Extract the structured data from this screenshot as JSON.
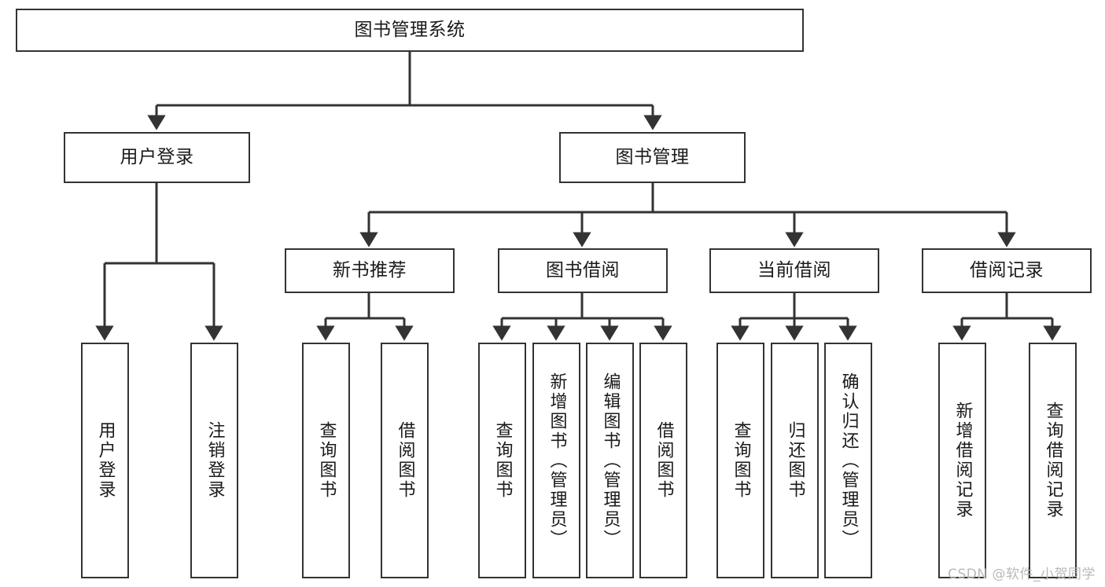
{
  "diagram": {
    "title": "图书管理系统",
    "watermark": "CSDN @软件_小贺同学",
    "line_color": "#333333",
    "box_fill": "#ffffff",
    "box_border": "#333333",
    "text_color": "#1a1a1a",
    "levels": {
      "level1": [
        "图书管理系统"
      ],
      "level2": [
        "用户登录",
        "图书管理"
      ],
      "level3": [
        "新书推荐",
        "图书借阅",
        "当前借阅",
        "借阅记录"
      ],
      "level4": [
        "用户登录",
        "注销登录",
        "查询图书",
        "借阅图书",
        "查询图书",
        "新增图书（管理员）",
        "编辑图书（管理员）",
        "借阅图书",
        "查询图书",
        "归还图书",
        "确认归还（管理员）",
        "新增借阅记录",
        "查询借阅记录"
      ]
    },
    "nodes": {
      "root": {
        "label": "图书管理系统"
      },
      "user_login": {
        "label": "用户登录"
      },
      "book_manage": {
        "label": "图书管理"
      },
      "new_book_rec": {
        "label": "新书推荐"
      },
      "book_borrow": {
        "label": "图书借阅"
      },
      "current_borrow": {
        "label": "当前借阅"
      },
      "borrow_record": {
        "label": "借阅记录"
      },
      "leaf_user_login": {
        "label": "用户登录"
      },
      "leaf_logout": {
        "label": "注销登录"
      },
      "leaf_query_book_1": {
        "label": "查询图书"
      },
      "leaf_borrow_book_1": {
        "label": "借阅图书"
      },
      "leaf_query_book_2": {
        "label": "查询图书"
      },
      "leaf_add_book": {
        "label": "新增图书（管理员）"
      },
      "leaf_edit_book": {
        "label": "编辑图书（管理员）"
      },
      "leaf_borrow_book_2": {
        "label": "借阅图书"
      },
      "leaf_query_book_3": {
        "label": "查询图书"
      },
      "leaf_return_book": {
        "label": "归还图书"
      },
      "leaf_confirm_return": {
        "label": "确认归还（管理员）"
      },
      "leaf_add_record": {
        "label": "新增借阅记录"
      },
      "leaf_query_record": {
        "label": "查询借阅记录"
      }
    }
  }
}
